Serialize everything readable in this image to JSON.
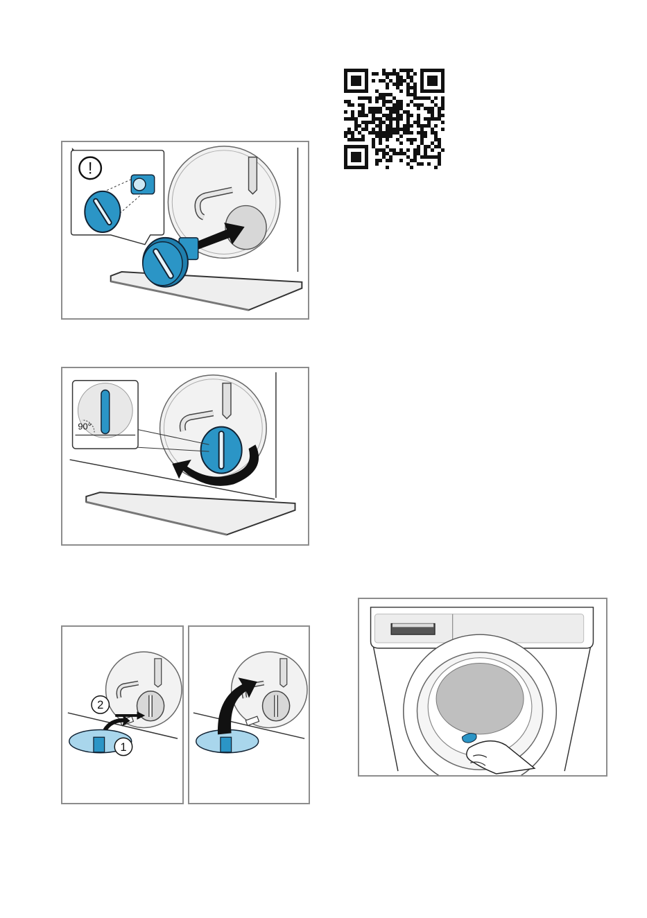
{
  "figures": {
    "filter_insert": {
      "warning_symbol": "!"
    },
    "filter_rotate": {
      "angle_label": "90°"
    },
    "cap_step": {
      "step_1": "1",
      "step_2": "2"
    }
  },
  "qr_code": {
    "icon": "qr-code-icon"
  },
  "colors": {
    "accent_blue": "#2b95c6",
    "frame_gray": "#8c8c8c",
    "light_gray": "#e8e8e8",
    "cap_blue": "#a9d6ec"
  }
}
